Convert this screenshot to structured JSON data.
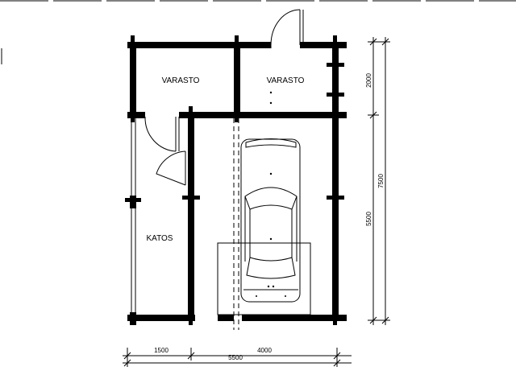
{
  "rooms": {
    "storage_left": "VARASTO",
    "storage_right": "VARASTO",
    "carport": "KATOS"
  },
  "dimensions": {
    "bottom_left": "1500",
    "bottom_right": "4000",
    "bottom_total": "5500",
    "right_top": "2000",
    "right_total": "7500",
    "right_bottom": "5500"
  }
}
